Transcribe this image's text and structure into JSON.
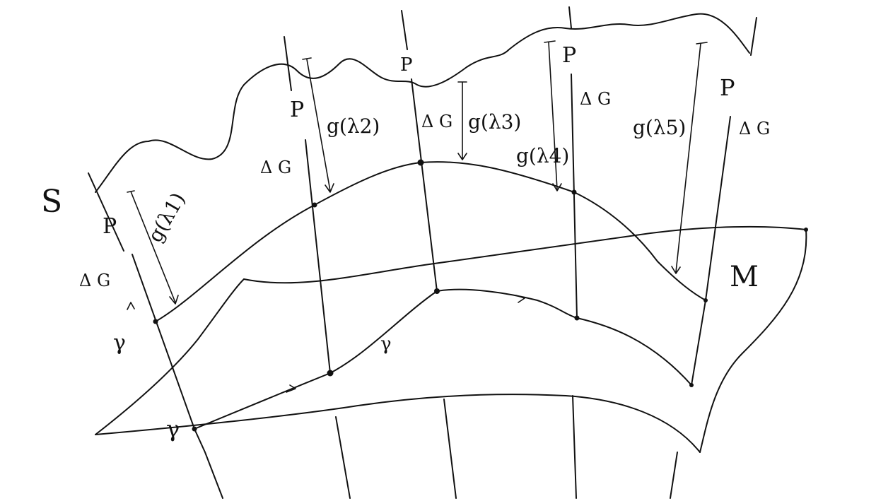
{
  "labels": {
    "surface_s": "S",
    "manifold_m": "M",
    "p": "P",
    "delta_g": "Δ G",
    "g1": "g(λ1)",
    "g2": "g(λ2)",
    "g3": "g(λ3)",
    "g4": "g(λ4)",
    "g5": "g(λ5)",
    "gamma_start": "γ",
    "gamma_mid": "γ",
    "gamma_lift": "γ"
  }
}
